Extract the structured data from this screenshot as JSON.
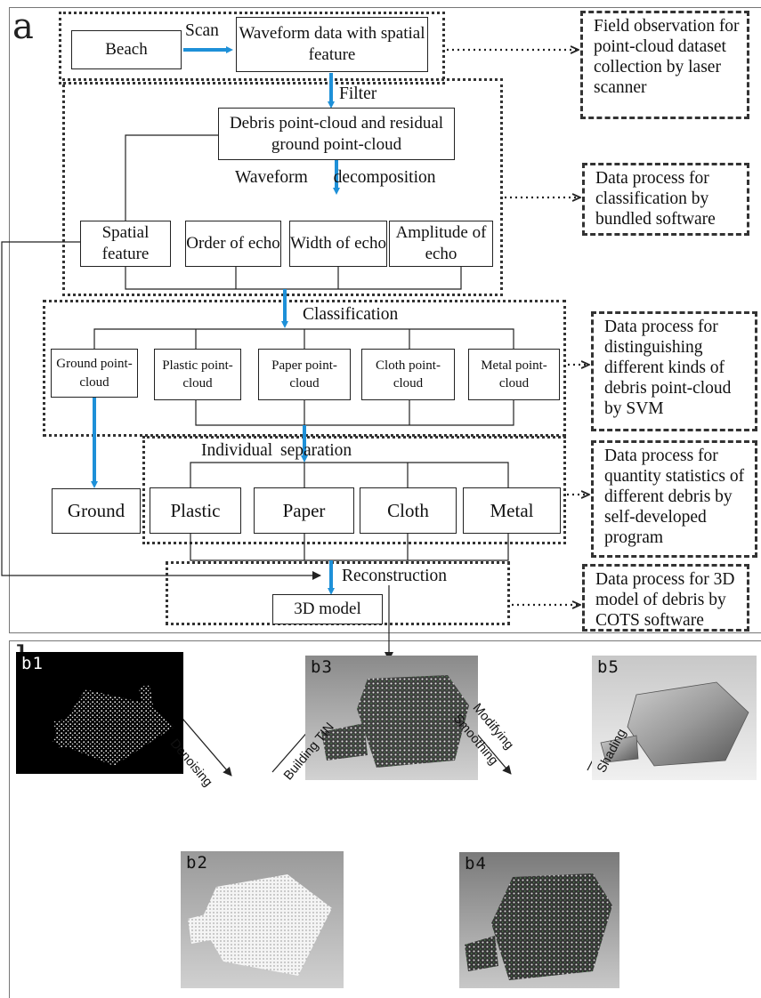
{
  "panel_a": {
    "letter": "a",
    "boxes": {
      "beach": "Beach",
      "waveform_data": "Waveform data with spatial feature",
      "debris_residual": "Debris point-cloud and residual ground point-cloud",
      "spatial_feature": "Spatial feature",
      "order_of_echo": "Order of echo",
      "width_of_echo": "Width of echo",
      "amplitude_of_echo": "Amplitude of echo",
      "ground_pc": "Ground point-cloud",
      "plastic_pc": "Plastic point-cloud",
      "paper_pc": "Paper point-cloud",
      "cloth_pc": "Cloth point-cloud",
      "metal_pc": "Metal point-cloud",
      "ground": "Ground",
      "plastic": "Plastic",
      "paper": "Paper",
      "cloth": "Cloth",
      "metal": "Metal",
      "model_3d": "3D model"
    },
    "labels": {
      "scan": "Scan",
      "filter": "Filter",
      "waveform_decomposition": "Waveform decomposition",
      "classification": "Classification",
      "individual_separation": "Individual separation",
      "reconstruction": "Reconstruction"
    },
    "notes": {
      "field_observation": "Field observation for point-cloud dataset collection by laser scanner",
      "bundled_software": "Data process for classification by bundled software",
      "svm": "Data process for distinguishing different kinds of debris point-cloud by SVM",
      "self_developed": "Data process for quantity statistics of different debris by self-developed program",
      "cots": "Data process for 3D model of debris by COTS software"
    }
  },
  "panel_b": {
    "letter": "b",
    "thumbnails": [
      "b1",
      "b2",
      "b3",
      "b4",
      "b5"
    ],
    "steps": {
      "denoising": "Denoising",
      "building_tin": "Building TIN",
      "modifying": "Modifying",
      "smoothing": "Smoothing",
      "shading": "Shading"
    }
  },
  "colors": {
    "flow_arrow": "#1e90d8",
    "line": "#222222",
    "dotted_border": "#333333"
  }
}
